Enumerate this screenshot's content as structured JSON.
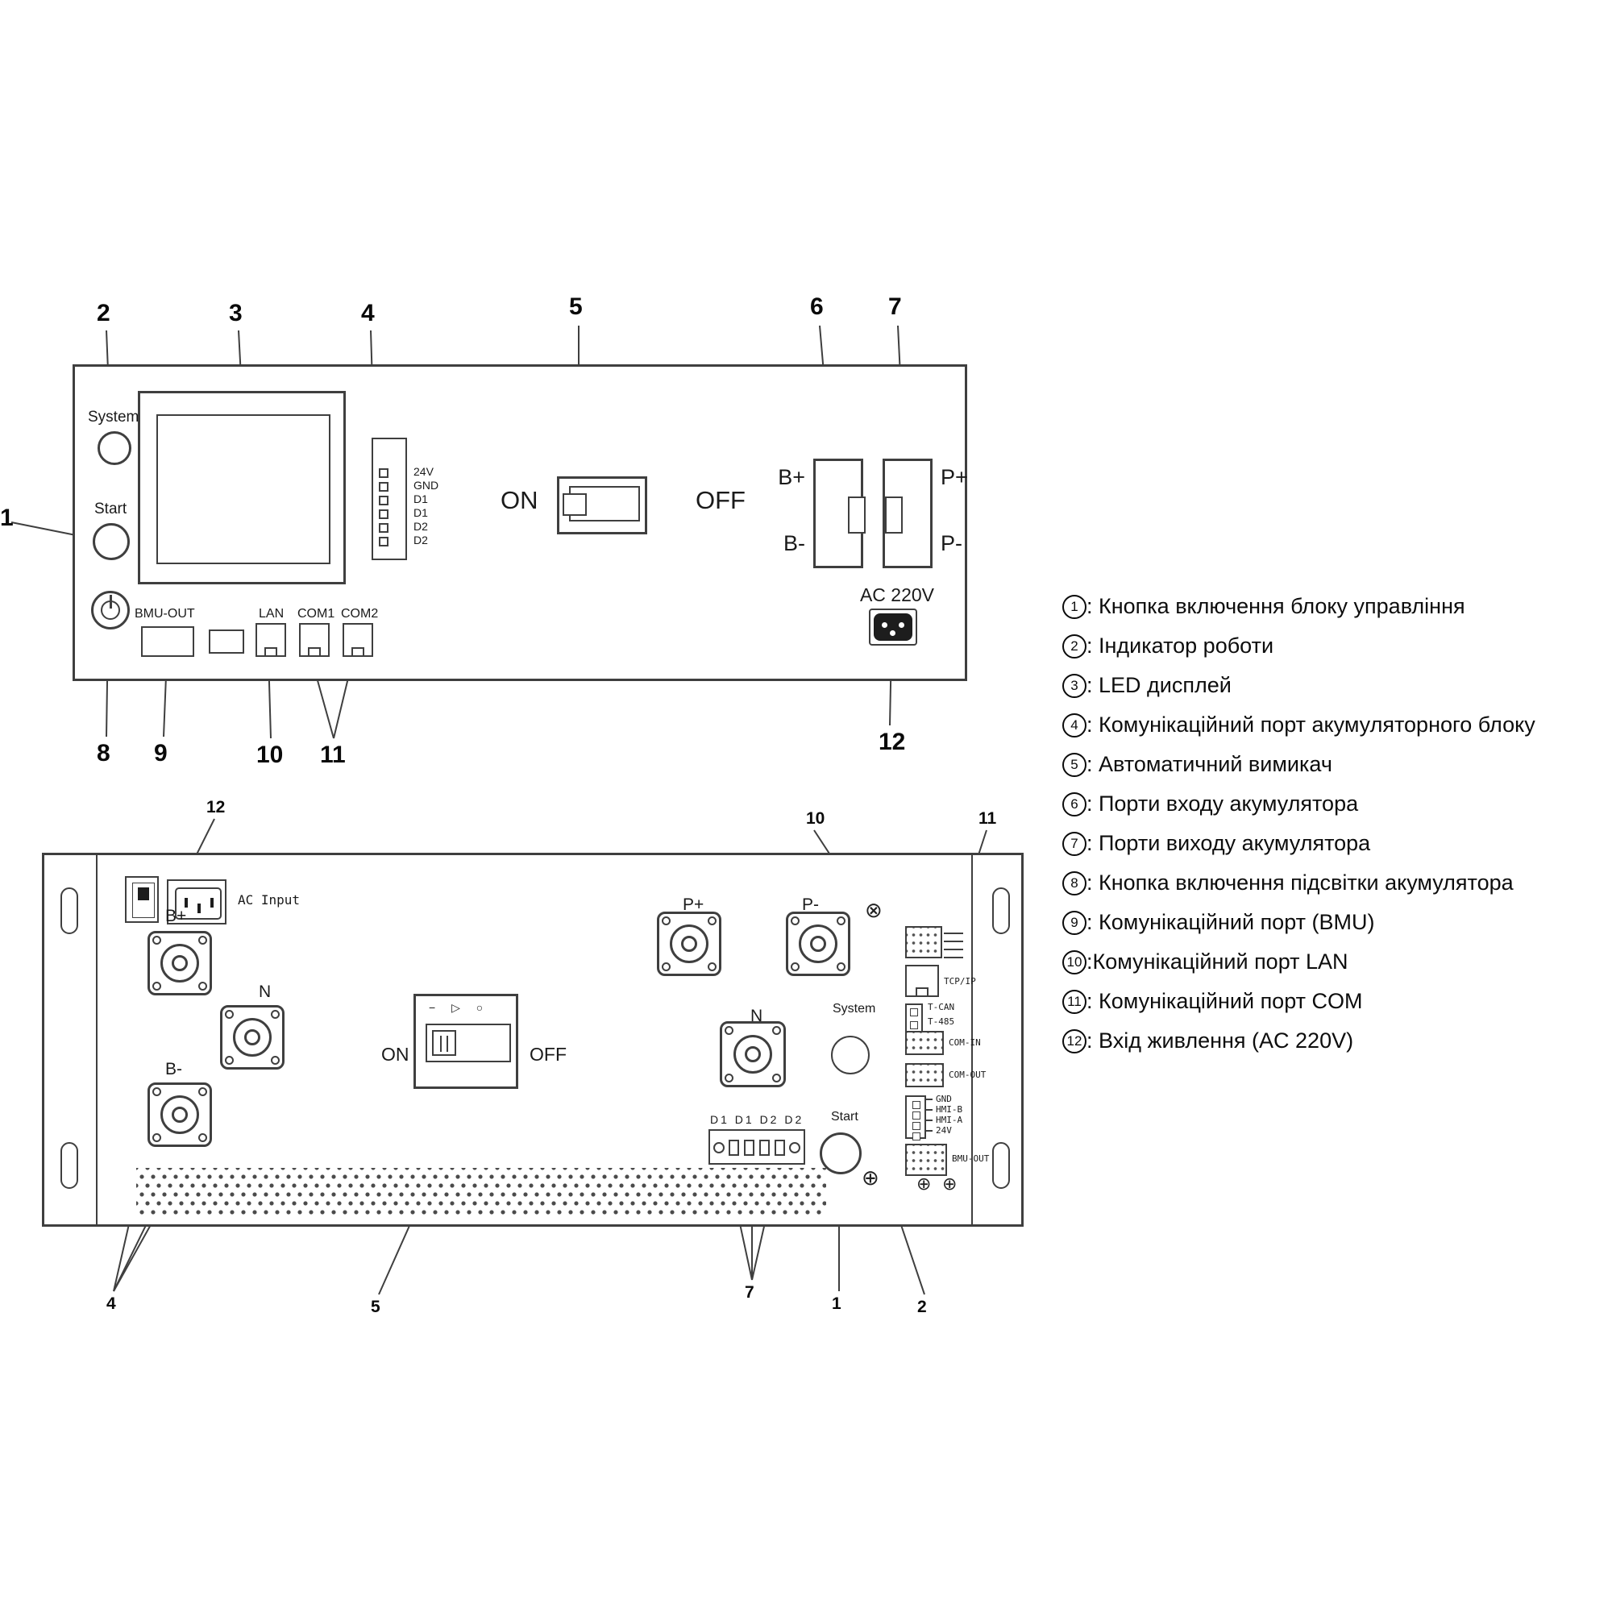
{
  "icons": {
    "screw_plus": "⊕",
    "screw_cross": "⊗"
  },
  "front": {
    "callouts": {
      "n1": "1",
      "n2": "2",
      "n3": "3",
      "n4": "4",
      "n5": "5",
      "n6": "6",
      "n7": "7",
      "n8": "8",
      "n9": "9",
      "n10": "10",
      "n11": "11",
      "n12": "12"
    },
    "system": "System",
    "start": "Start",
    "pins": [
      "24V",
      "GND",
      "D1",
      "D1",
      "D2",
      "D2"
    ],
    "on": "ON",
    "off": "OFF",
    "b_plus": "B+",
    "b_minus": "B-",
    "p_plus": "P+",
    "p_minus": "P-",
    "ac": "AC 220V",
    "bmu_out": "BMU-OUT",
    "lan": "LAN",
    "com1": "COM1",
    "com2": "COM2"
  },
  "rear": {
    "callouts": {
      "n1": "1",
      "n2": "2",
      "n4": "4",
      "n5": "5",
      "n7": "7",
      "n10": "10",
      "n11": "11",
      "n12": "12"
    },
    "ac_input": "AC Input",
    "b_plus": "B+",
    "b_minus": "B-",
    "n_left": "N",
    "n_right": "N",
    "p_plus": "P+",
    "p_minus": "P-",
    "on": "ON",
    "off": "OFF",
    "breaker_marks": "− ▷ ○",
    "d_row": "D1 D1 D2 D2",
    "system": "System",
    "start": "Start",
    "stack": {
      "tcpip": "TCP/IP",
      "t_can": "T-CAN",
      "t_485": "T-485",
      "com_in": "COM-IN",
      "com_out": "COM-OUT",
      "pins": [
        "GND",
        "HMI-B",
        "HMI-A",
        "24V"
      ],
      "bmu_out": "BMU-OUT"
    }
  },
  "legend": {
    "items": [
      {
        "num": "1",
        "text": ": Кнопка включення блоку управління"
      },
      {
        "num": "2",
        "text": ": Індикатор роботи"
      },
      {
        "num": "3",
        "text": ": LED дисплей"
      },
      {
        "num": "4",
        "text": ": Комунікаційний порт акумуляторного блоку"
      },
      {
        "num": "5",
        "text": ": Автоматичний вимикач"
      },
      {
        "num": "6",
        "text": ": Порти входу акумулятора"
      },
      {
        "num": "7",
        "text": ": Порти виходу акумулятора"
      },
      {
        "num": "8",
        "text": ": Кнопка включення підсвітки акумулятора"
      },
      {
        "num": "9",
        "text": ": Комунікаційний порт (BMU)"
      },
      {
        "num": "10",
        "text": " :Комунікаційний порт LAN"
      },
      {
        "num": "11",
        "text": ": Комунікаційний порт COM"
      },
      {
        "num": "12",
        "text": ": Вхід живлення (AC 220V)"
      }
    ]
  }
}
